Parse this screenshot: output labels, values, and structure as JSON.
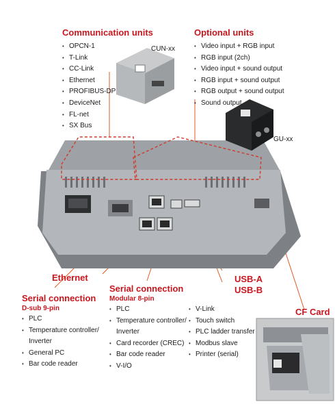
{
  "communication_units": {
    "title": "Communication units",
    "items": [
      "OPCN-1",
      "T-Link",
      "CC-Link",
      "Ethernet",
      "PROFIBUS-DP",
      "DeviceNet",
      "FL-net",
      "SX Bus"
    ],
    "module_label": "CUN-xx"
  },
  "optional_units": {
    "title": "Optional units",
    "items": [
      "Video input + RGB input",
      "RGB input (2ch)",
      "Video input + sound output",
      "RGB input + sound output",
      "RGB output + sound output",
      "Sound output"
    ],
    "module_label": "GU-xx"
  },
  "ethernet": {
    "label": "Ethernet"
  },
  "usb": {
    "a_label": "USB-A",
    "b_label": "USB-B"
  },
  "serial_dsub": {
    "title": "Serial connection",
    "subtitle": "D-sub 9-pin",
    "items": [
      "PLC",
      "Temperature controller/",
      "Inverter",
      "General PC",
      "Bar code reader"
    ]
  },
  "serial_modular": {
    "title": "Serial connection",
    "subtitle": "Modular 8-pin",
    "items_left": [
      "PLC",
      "Temperature controller/",
      "Inverter",
      "Card recorder (CREC)",
      "Bar code reader",
      "V-I/O"
    ],
    "items_right": [
      "V-Link",
      "Touch switch",
      "PLC ladder transfer",
      "Modbus slave",
      "Printer (serial)"
    ]
  },
  "cf_card": {
    "label": "CF Card"
  },
  "colors": {
    "accent": "#c8161d",
    "device_body": "#a9acb0",
    "text": "#1a1a1a"
  }
}
